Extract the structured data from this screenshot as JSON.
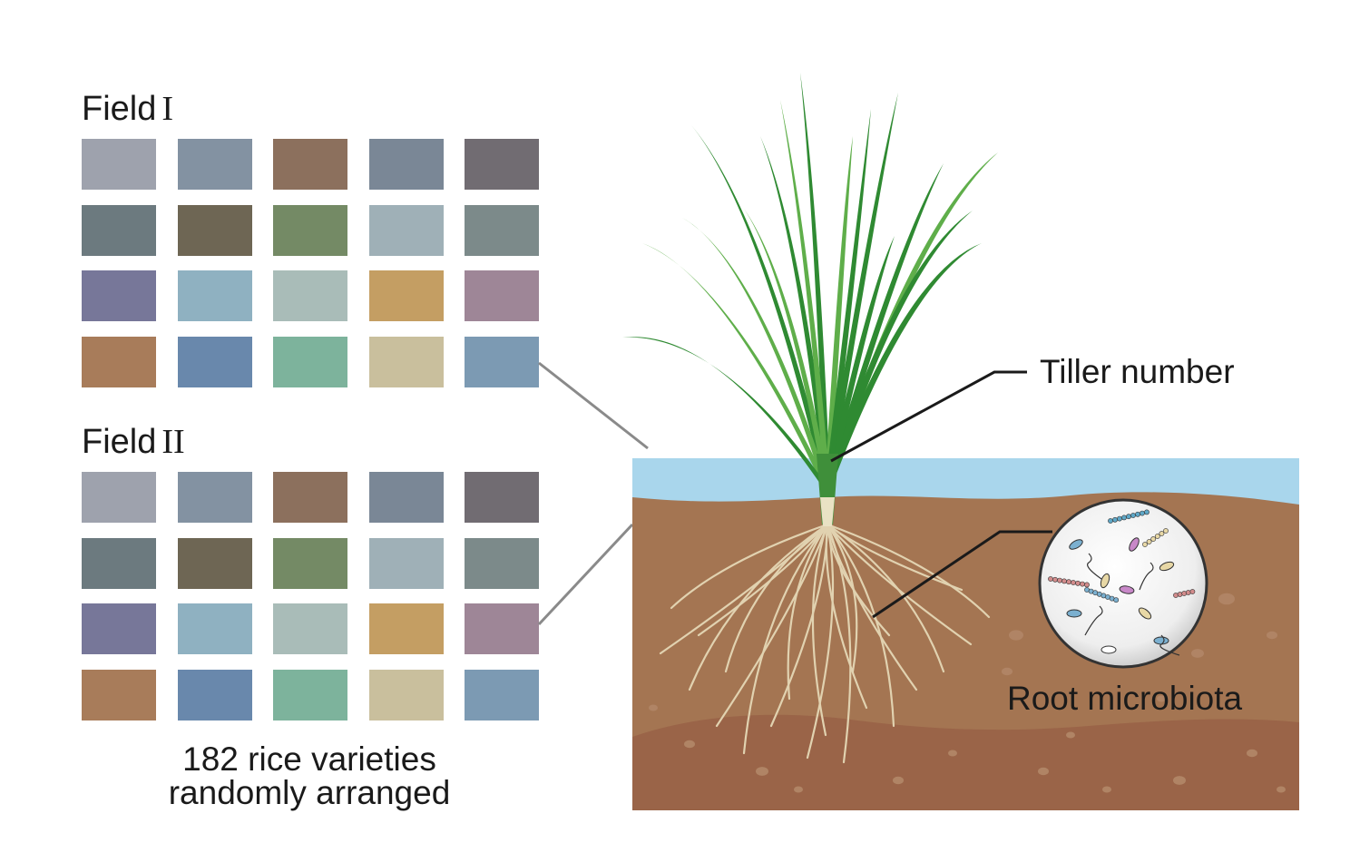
{
  "fields": [
    {
      "name": "Field",
      "numeral": "I"
    },
    {
      "name": "Field",
      "numeral": "II"
    }
  ],
  "plot_colors": [
    [
      "#9ea2ad",
      "#8392a2",
      "#8c705d",
      "#7a8796",
      "#716c72"
    ],
    [
      "#6c7a7f",
      "#6e6654",
      "#748a65",
      "#9fb0b7",
      "#7c8a8a"
    ],
    [
      "#777799",
      "#8fb1c1",
      "#a9bcb8",
      "#c49e63",
      "#9e8697"
    ],
    [
      "#a87c5a",
      "#6988ac",
      "#7db39c",
      "#c9bf9d",
      "#7c9ab3"
    ]
  ],
  "caption": {
    "line1": "182 rice varieties",
    "line2": "randomly arranged"
  },
  "labels": {
    "tiller": "Tiller number",
    "microbiota": "Root microbiota"
  },
  "colors": {
    "water": "#a9d6ec",
    "soil_upper": "#a47552",
    "soil_lower": "#9a6448",
    "leaf_dark": "#2f8a32",
    "leaf_light": "#5fae4a",
    "root": "#e1d2b0",
    "callout_line": "#1a1a1a",
    "connector_line": "#8a8a8a"
  }
}
